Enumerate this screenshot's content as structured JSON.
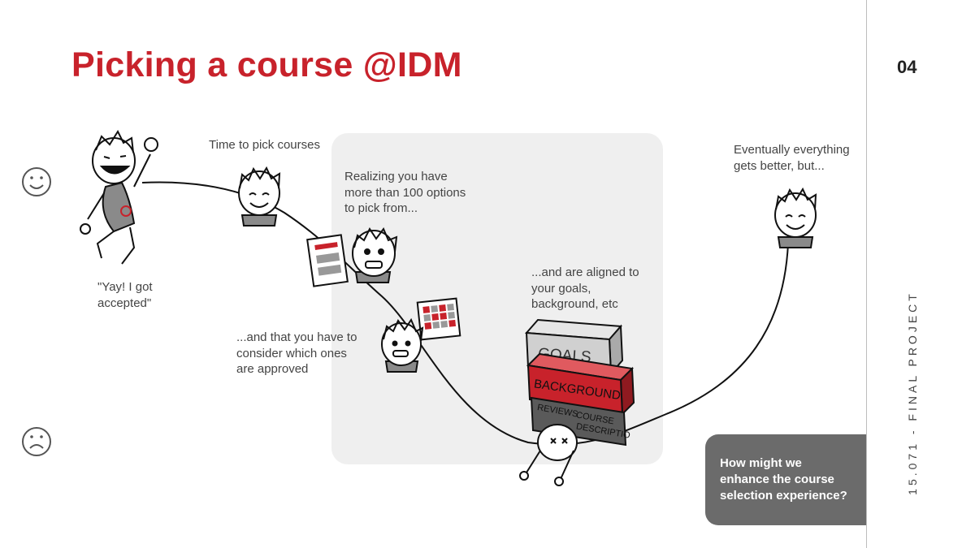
{
  "slide": {
    "title": "Picking a course @IDM",
    "page_number": "04",
    "side_label": "15.071 - FINAL PROJECT"
  },
  "journey": {
    "captions": [
      "Time to pick courses",
      "Realizing you have\nmore than 100 options\nto pick from...",
      "\"Yay! I got\naccepted\"",
      "...and that you have to\nconsider which ones\nare approved",
      "...and are aligned to\nyour goals,\nbackground, etc",
      "Eventually everything\ngets better, but..."
    ],
    "blocks": [
      "GOALS",
      "BACKGROUND",
      "REVIEWS",
      "COURSE",
      "DESCRIPTIO"
    ],
    "mood_icons": [
      "happy-face",
      "sad-face"
    ]
  },
  "callout": {
    "text": "How might we\nenhance the course\nselection experience?"
  },
  "colors": {
    "title": "#c8222b",
    "panel": "#efefef",
    "callout_bg": "#6b6b6b",
    "block_red": "#c8222b",
    "block_grey": "#d0d0d0",
    "block_dark": "#5a5a5a"
  }
}
